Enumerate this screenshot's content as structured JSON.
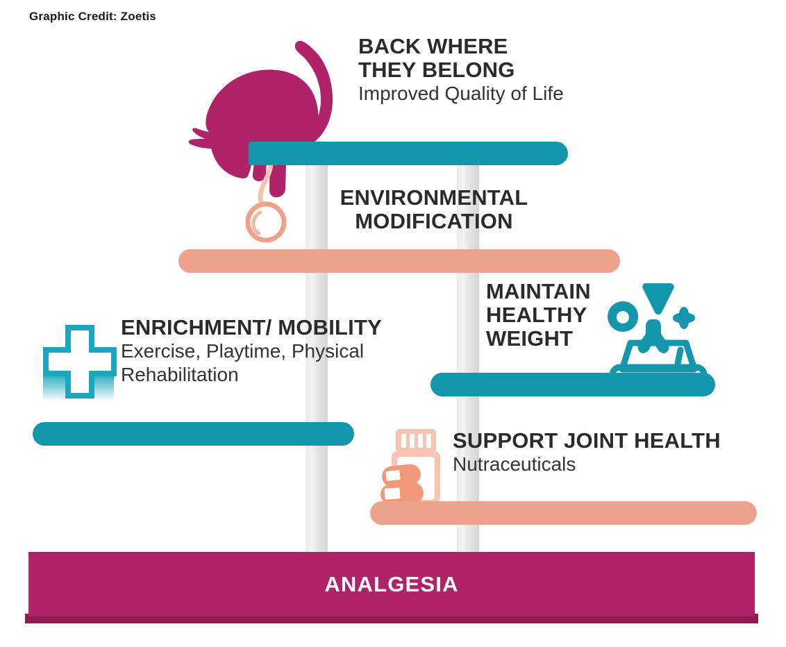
{
  "meta": {
    "credit": "Graphic Credit:  Zoetis",
    "colors": {
      "magenta": "#b12368",
      "magenta_dark": "#8e1b52",
      "teal": "#1496ad",
      "peach": "#eda28b",
      "peach_light": "#f7c4b3",
      "post_gray": "#e6e6e7",
      "text": "#2b2b2b",
      "white": "#ffffff"
    }
  },
  "steps": [
    {
      "id": "back-where-they-belong",
      "heading_line1": "BACK WHERE",
      "heading_line2": "THEY BELONG",
      "subtext": "Improved Quality of Life",
      "rung_color": "teal",
      "icon": "cat-on-perch-icon"
    },
    {
      "id": "environmental-modification",
      "heading_line1": "ENVIRONMENTAL",
      "heading_line2": "MODIFICATION",
      "subtext": "",
      "rung_color": "peach",
      "icon": "ball-toy-icon"
    },
    {
      "id": "enrichment-mobility",
      "heading_line1": "ENRICHMENT/ MOBILITY",
      "heading_line2": "",
      "subtext": "Exercise, Playtime, Physical Rehabilitation",
      "rung_color": "teal",
      "icon": "medical-cross-icon"
    },
    {
      "id": "maintain-healthy-weight",
      "heading_line1": "MAINTAIN",
      "heading_line2": "HEALTHY",
      "heading_line3": "WEIGHT",
      "subtext": "",
      "rung_color": "teal",
      "icon": "food-bowl-icon"
    },
    {
      "id": "support-joint-health",
      "heading_line1": "SUPPORT JOINT HEALTH",
      "heading_line2": "",
      "subtext": "Nutraceuticals",
      "rung_color": "peach",
      "icon": "pill-bottle-icon"
    }
  ],
  "foundation": {
    "label": "ANALGESIA"
  },
  "text": {
    "back_line1": "BACK WHERE",
    "back_line2": "THEY BELONG",
    "back_sub": "Improved Quality of Life",
    "env_line1": "ENVIRONMENTAL",
    "env_line2": "MODIFICATION",
    "enrich_head": "ENRICHMENT/ MOBILITY",
    "enrich_sub_1": "Exercise, Playtime, Physical",
    "enrich_sub_2": "Rehabilitation",
    "weight_line1": "MAINTAIN",
    "weight_line2": "HEALTHY",
    "weight_line3": "WEIGHT",
    "joint_head": "SUPPORT JOINT HEALTH",
    "joint_sub": "Nutraceuticals",
    "analgesia": "ANALGESIA",
    "credit": "Graphic Credit:  Zoetis"
  }
}
